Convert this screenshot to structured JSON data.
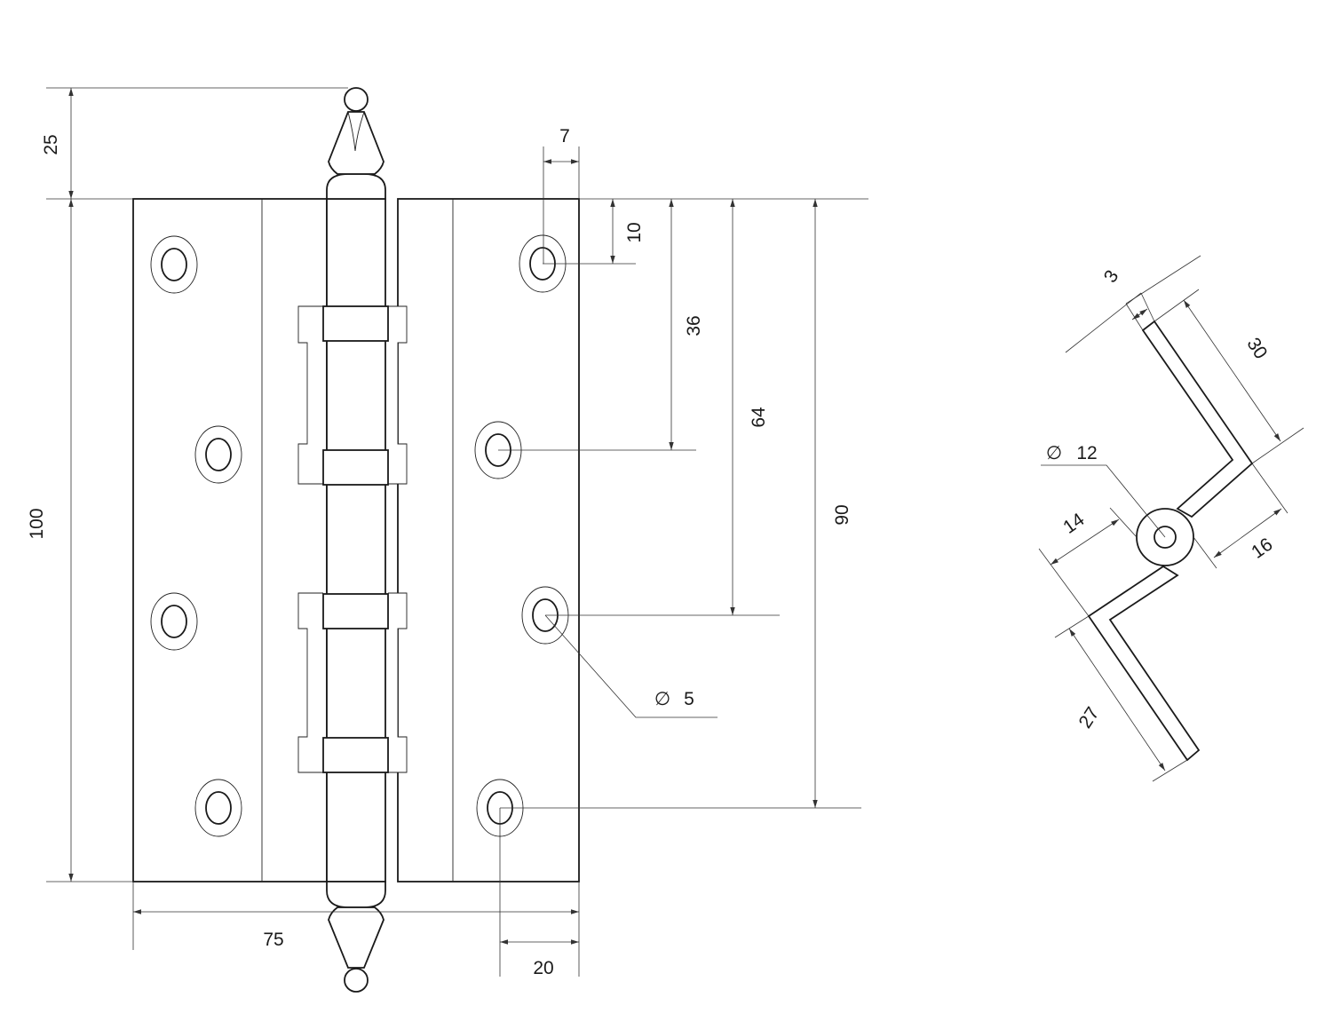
{
  "front_view": {
    "dim_top_finial": "25",
    "dim_total_height": "100",
    "dim_width": "75",
    "dim_edge_offset": "20",
    "dim_hole_edge": "7",
    "dim_hole_top": "10",
    "dim_hole_second": "36",
    "dim_hole_third": "64",
    "dim_hole_bottom": "90",
    "dim_hole_diameter_symbol": "∅",
    "dim_hole_diameter": "5"
  },
  "side_view": {
    "dim_thickness": "3",
    "dim_upper_length": "30",
    "dim_knuckle_symbol": "∅",
    "dim_knuckle_diameter": "12",
    "dim_left_offset": "14",
    "dim_right_offset": "16",
    "dim_lower_length": "27"
  }
}
